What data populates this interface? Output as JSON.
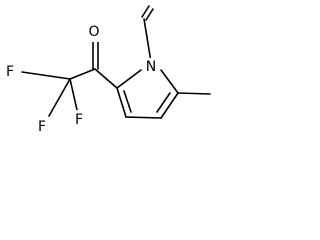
{
  "structure": {
    "atoms": [
      {
        "id": "F1",
        "label": "F"
      },
      {
        "id": "F2",
        "label": "F"
      },
      {
        "id": "F3",
        "label": "F"
      },
      {
        "id": "O",
        "label": "O"
      },
      {
        "id": "N",
        "label": "N"
      }
    ]
  }
}
